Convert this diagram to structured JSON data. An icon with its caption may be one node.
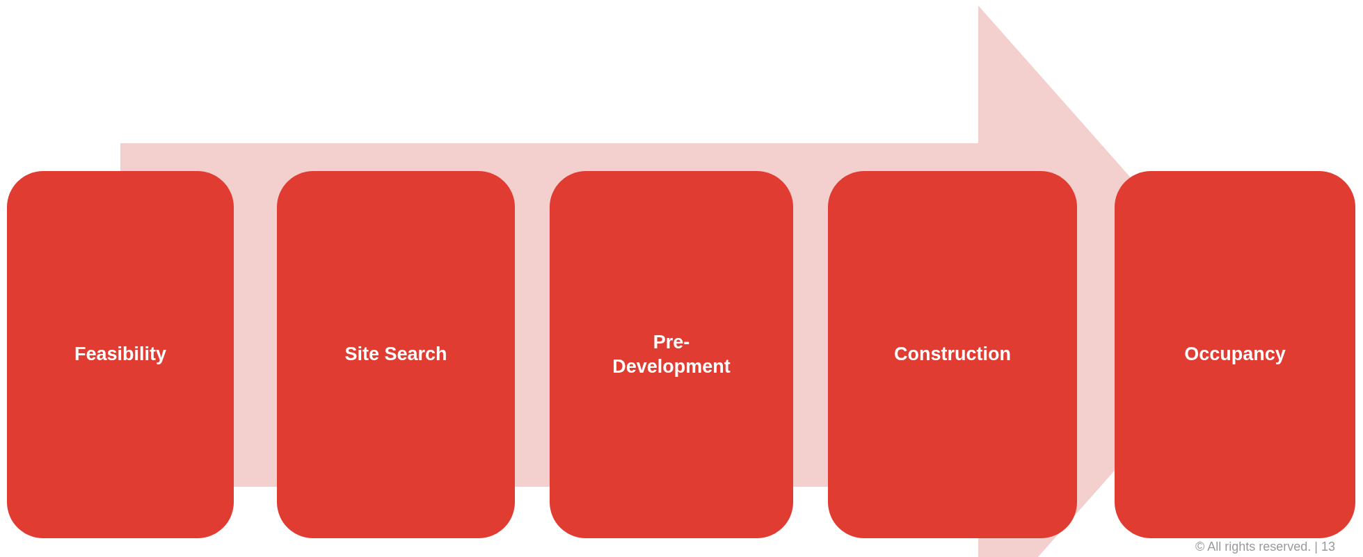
{
  "diagram": {
    "nodes": [
      {
        "text": [
          "Feasibility"
        ]
      },
      {
        "text": [
          "Site Search"
        ]
      },
      {
        "text": [
          "Pre-Development"
        ]
      },
      {
        "text": [
          "Construction"
        ]
      },
      {
        "text": [
          "Occupancy"
        ]
      }
    ],
    "edges": [
      {
        "from": 0,
        "to": 4,
        "arrow": "to",
        "style": "thick"
      }
    ],
    "labels": [
      "© All rights reserved. | 13"
    ]
  }
}
